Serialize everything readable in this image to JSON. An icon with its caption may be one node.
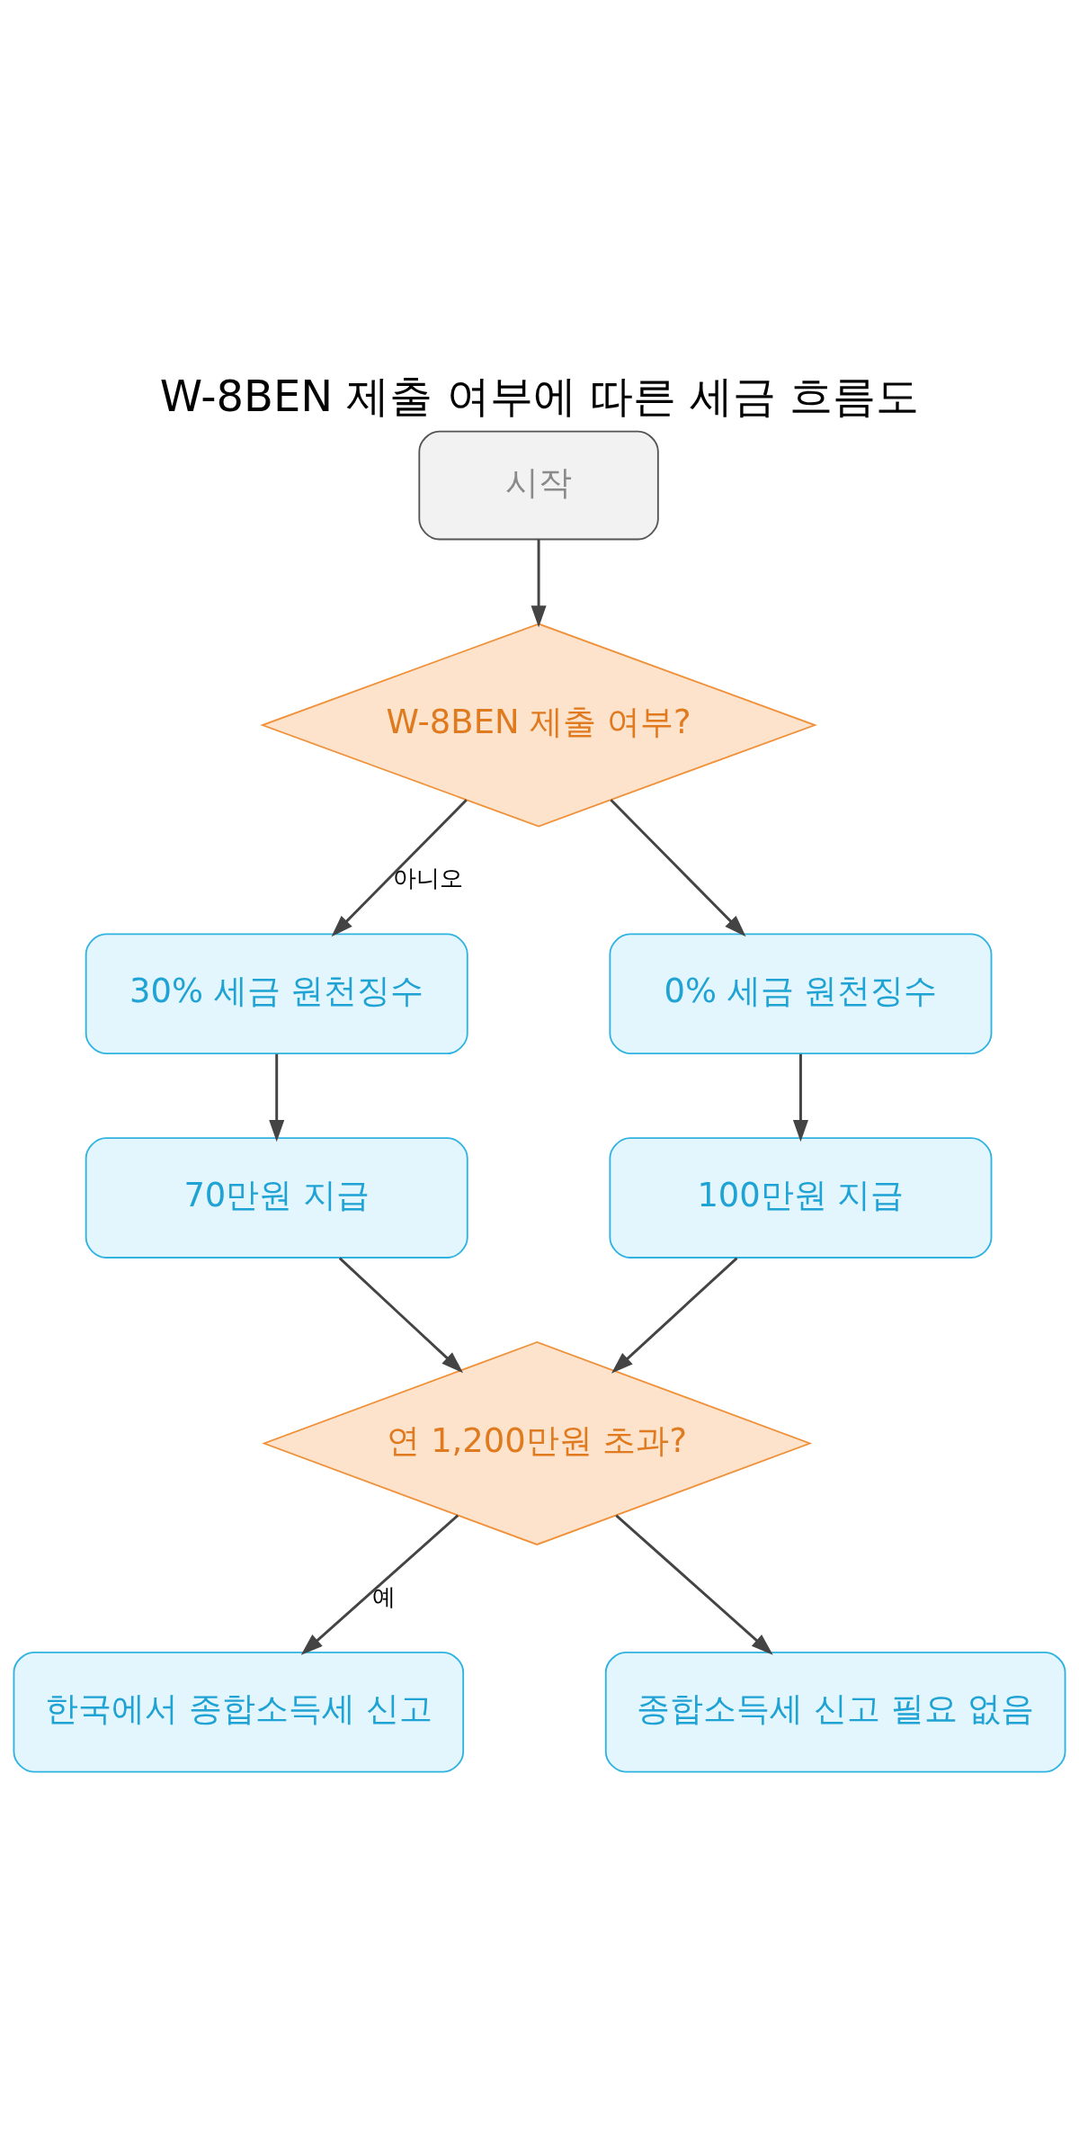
{
  "diagram": {
    "title": "W-8BEN 제출 여부에 따른 세금 흐름도",
    "nodes": [
      {
        "text": [
          "시작"
        ]
      },
      {
        "text": [
          "W-8BEN 제출 여부?"
        ]
      },
      {
        "text": [
          "30% 세금 원천징수"
        ]
      },
      {
        "text": [
          "0% 세금 원천징수"
        ]
      },
      {
        "text": [
          "70만원 지급"
        ]
      },
      {
        "text": [
          "100만원 지급"
        ]
      },
      {
        "text": [
          "연 1,200만원 초과?"
        ]
      },
      {
        "text": [
          "한국에서 종합소득세 신고"
        ]
      },
      {
        "text": [
          "종합소득세 신고 필요 없음"
        ]
      }
    ],
    "edges": [
      {
        "from": 0,
        "to": 1,
        "arrow": "to"
      },
      {
        "from": 1,
        "to": 2,
        "arrow": "to",
        "label": "아니오"
      },
      {
        "from": 1,
        "to": 3,
        "arrow": "to"
      },
      {
        "from": 2,
        "to": 4,
        "arrow": "to"
      },
      {
        "from": 3,
        "to": 5,
        "arrow": "to"
      },
      {
        "from": 4,
        "to": 6,
        "arrow": "to"
      },
      {
        "from": 5,
        "to": 6,
        "arrow": "to"
      },
      {
        "from": 6,
        "to": 7,
        "arrow": "to",
        "label": "예"
      },
      {
        "from": 6,
        "to": 8,
        "arrow": "to"
      }
    ]
  }
}
